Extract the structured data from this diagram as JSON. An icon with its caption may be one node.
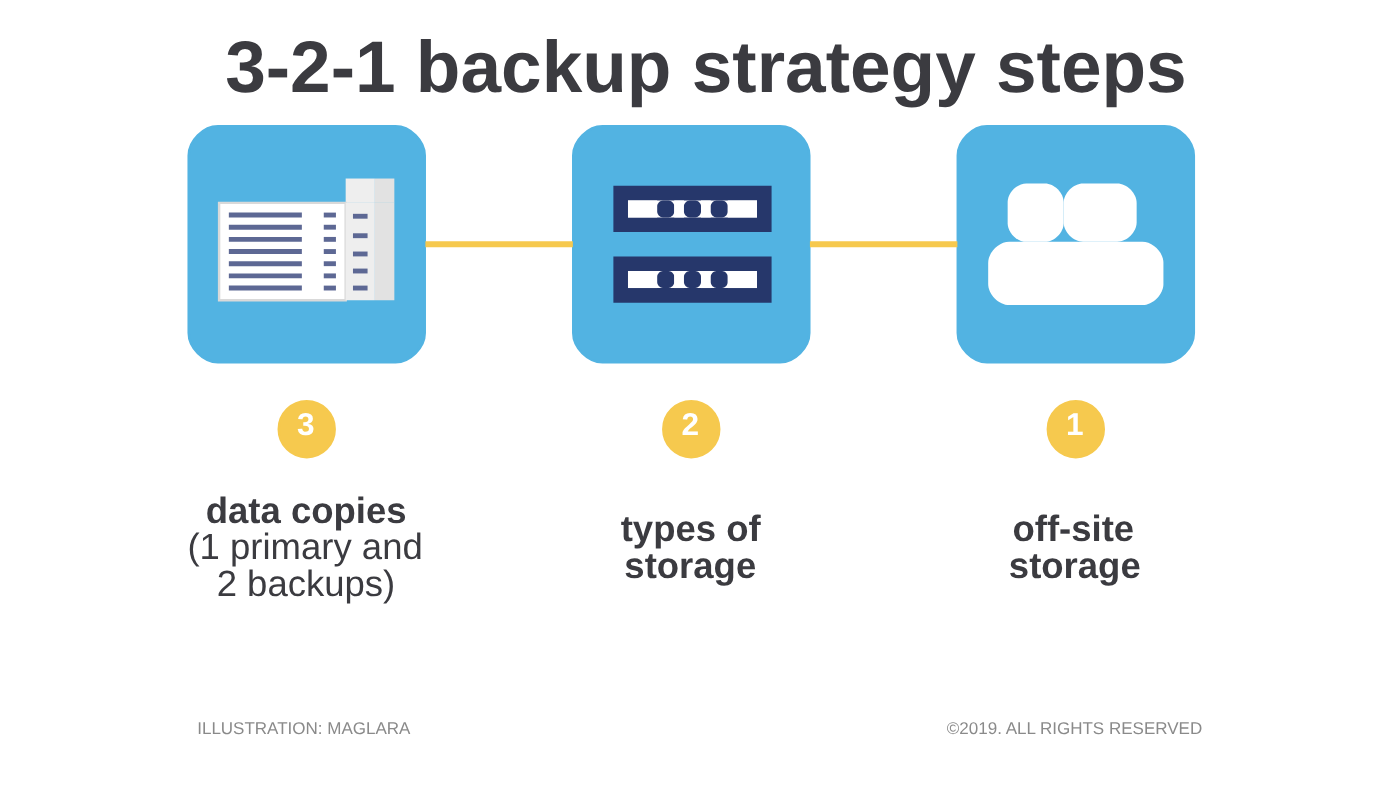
{
  "diagram": {
    "title": "3-2-1 backup strategy steps",
    "nodes": [
      {
        "text": [],
        "shape": "picture"
      },
      {
        "text": [],
        "shape": "picture"
      },
      {
        "text": [],
        "shape": "picture"
      },
      {
        "text": [
          "3"
        ],
        "beside": [
          "data copies",
          "(1 primary and 2 backups)"
        ]
      },
      {
        "text": [
          "2"
        ],
        "beside": [
          "types of storage"
        ]
      },
      {
        "text": [
          "1"
        ],
        "beside": [
          "off-site storage"
        ]
      }
    ],
    "edges": [
      {
        "from": 0,
        "to": 1,
        "arrow": "none"
      },
      {
        "from": 1,
        "to": 2,
        "arrow": "none"
      }
    ],
    "labels": [
      "ILLUSTRATION: MAGLARA",
      "©2019. ALL RIGHTS RESERVED"
    ]
  }
}
